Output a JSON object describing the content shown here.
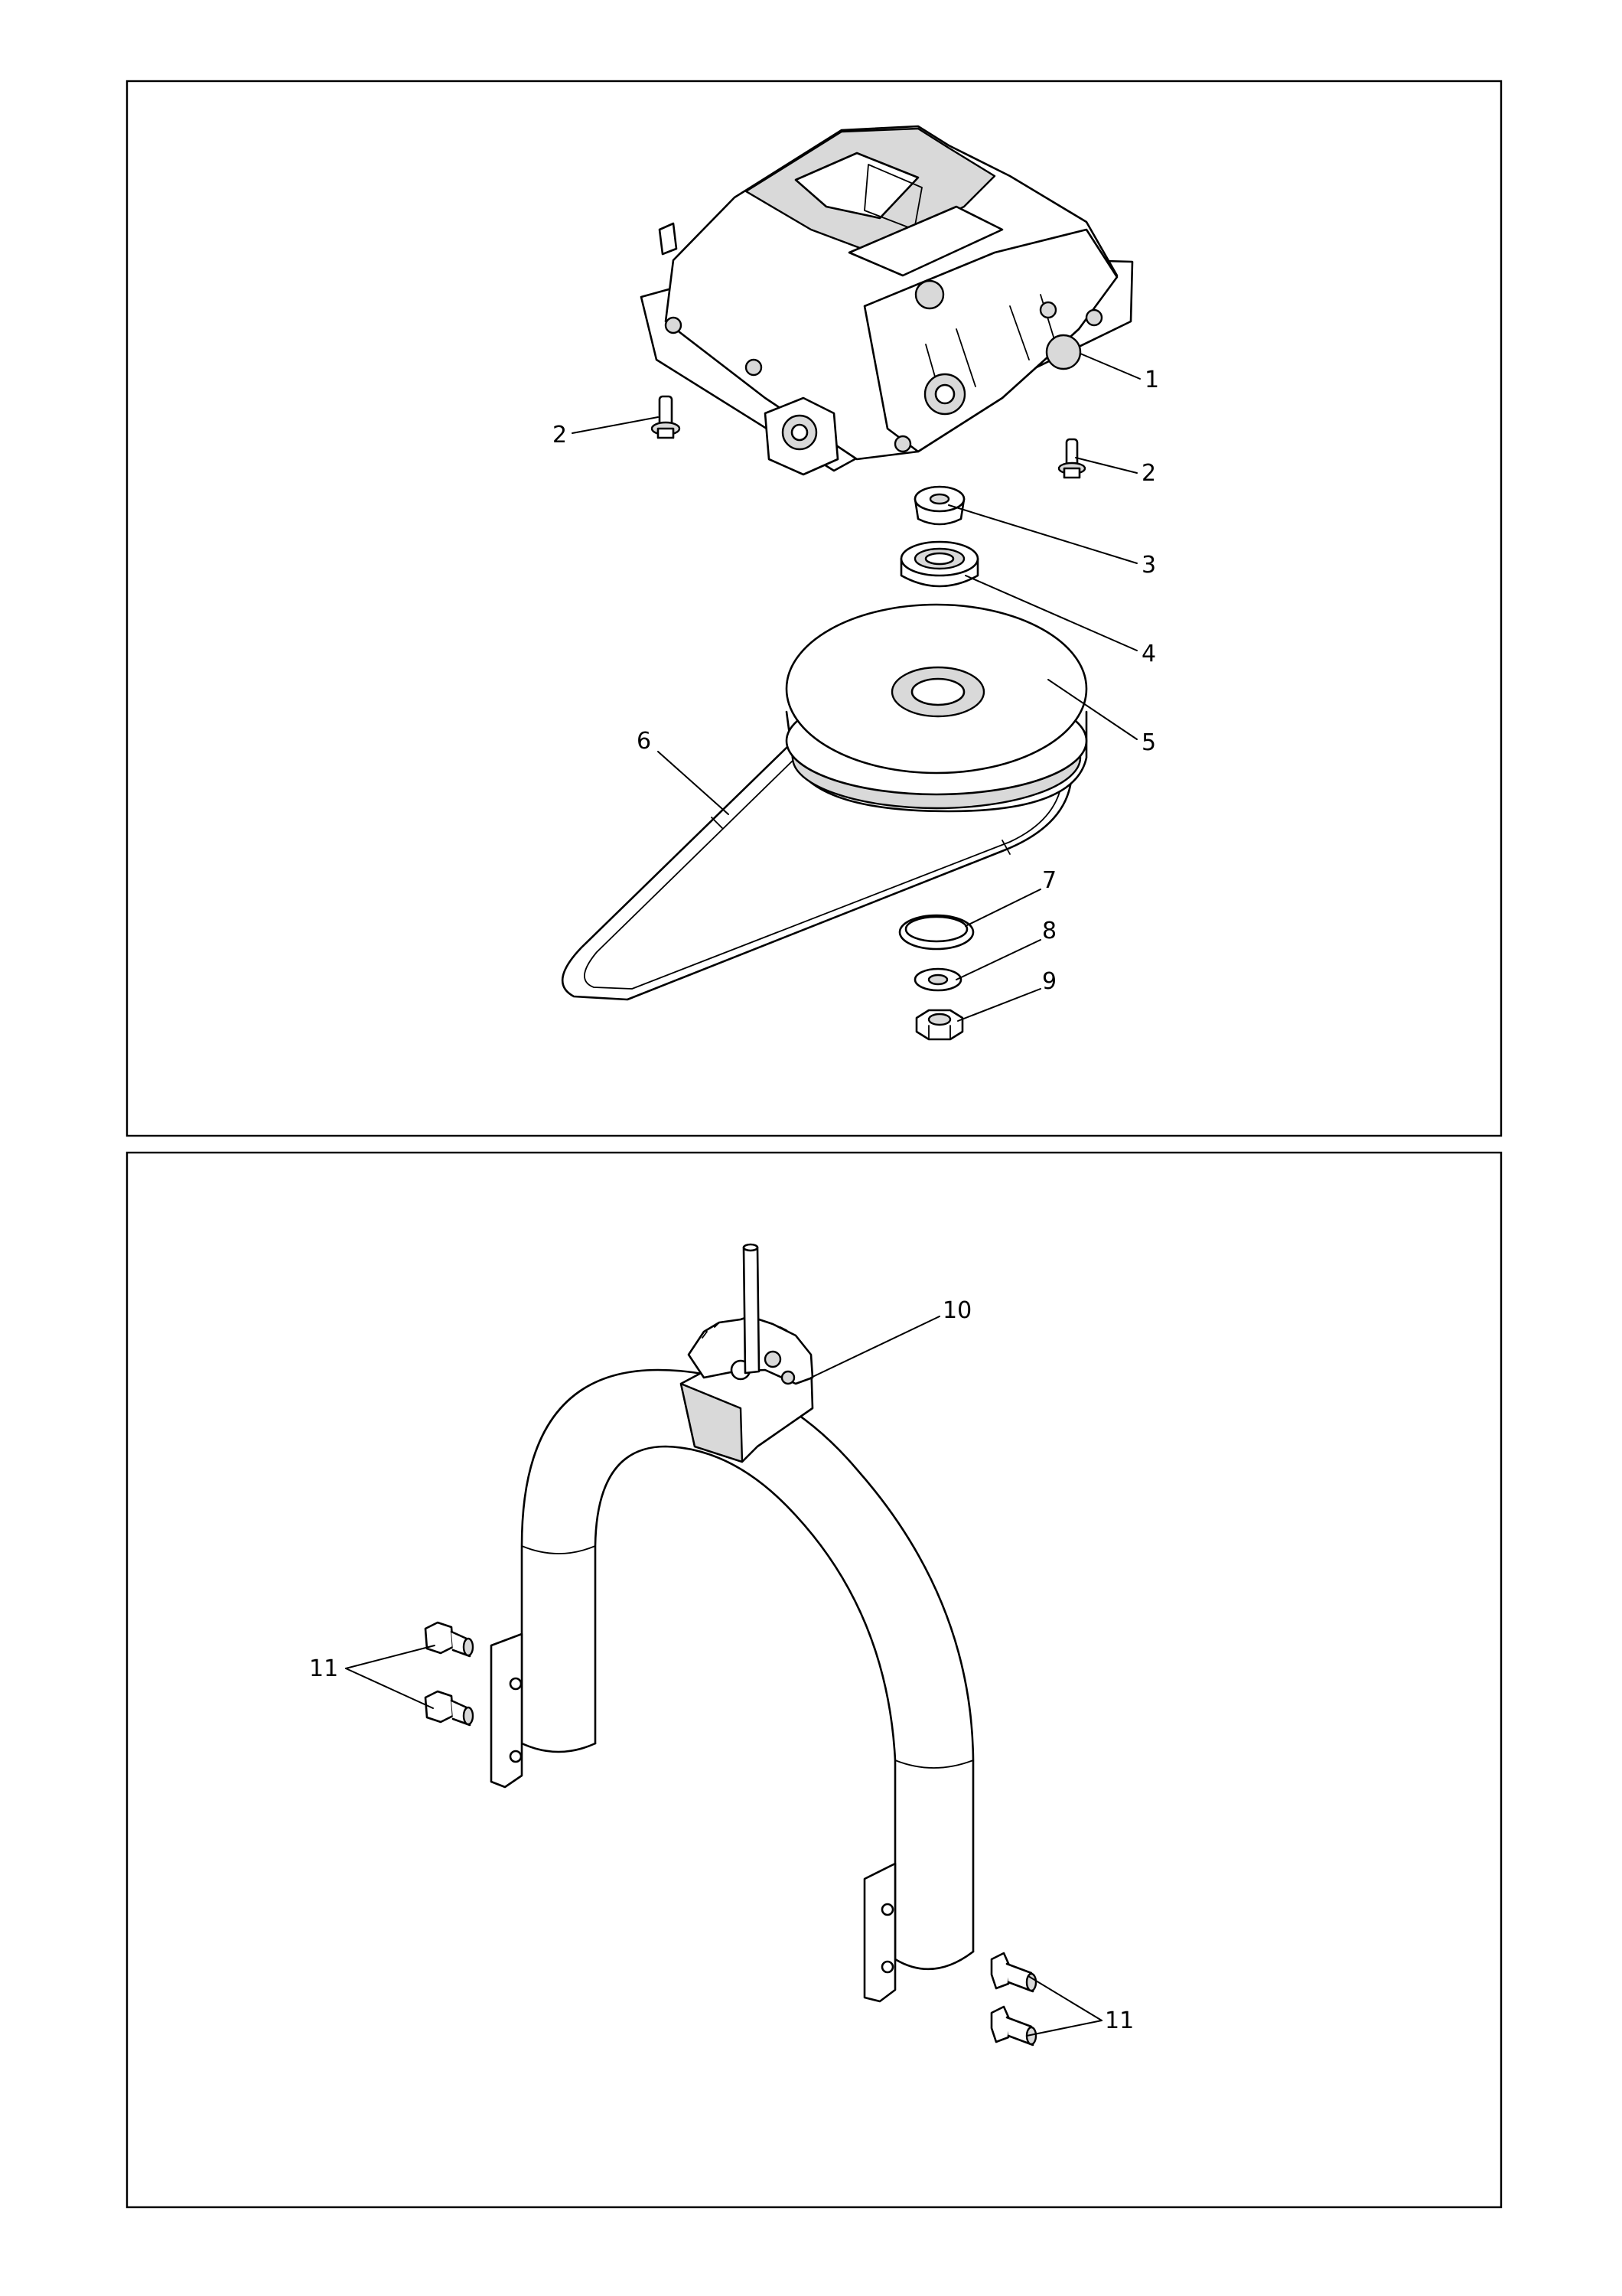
{
  "callouts_top": [
    {
      "id": "c1",
      "text": "1"
    },
    {
      "id": "c2a",
      "text": "2"
    },
    {
      "id": "c2b",
      "text": "2"
    },
    {
      "id": "c3",
      "text": "3"
    },
    {
      "id": "c4",
      "text": "4"
    },
    {
      "id": "c5",
      "text": "5"
    },
    {
      "id": "c6",
      "text": "6"
    },
    {
      "id": "c7",
      "text": "7"
    },
    {
      "id": "c8",
      "text": "8"
    },
    {
      "id": "c9",
      "text": "9"
    }
  ],
  "callouts_bottom": [
    {
      "id": "c10",
      "text": "10"
    },
    {
      "id": "c11a",
      "text": "11"
    },
    {
      "id": "c11b",
      "text": "11"
    }
  ],
  "colors": {
    "line": "#000000",
    "background": "#ffffff",
    "shading": "#d9d9d9"
  }
}
